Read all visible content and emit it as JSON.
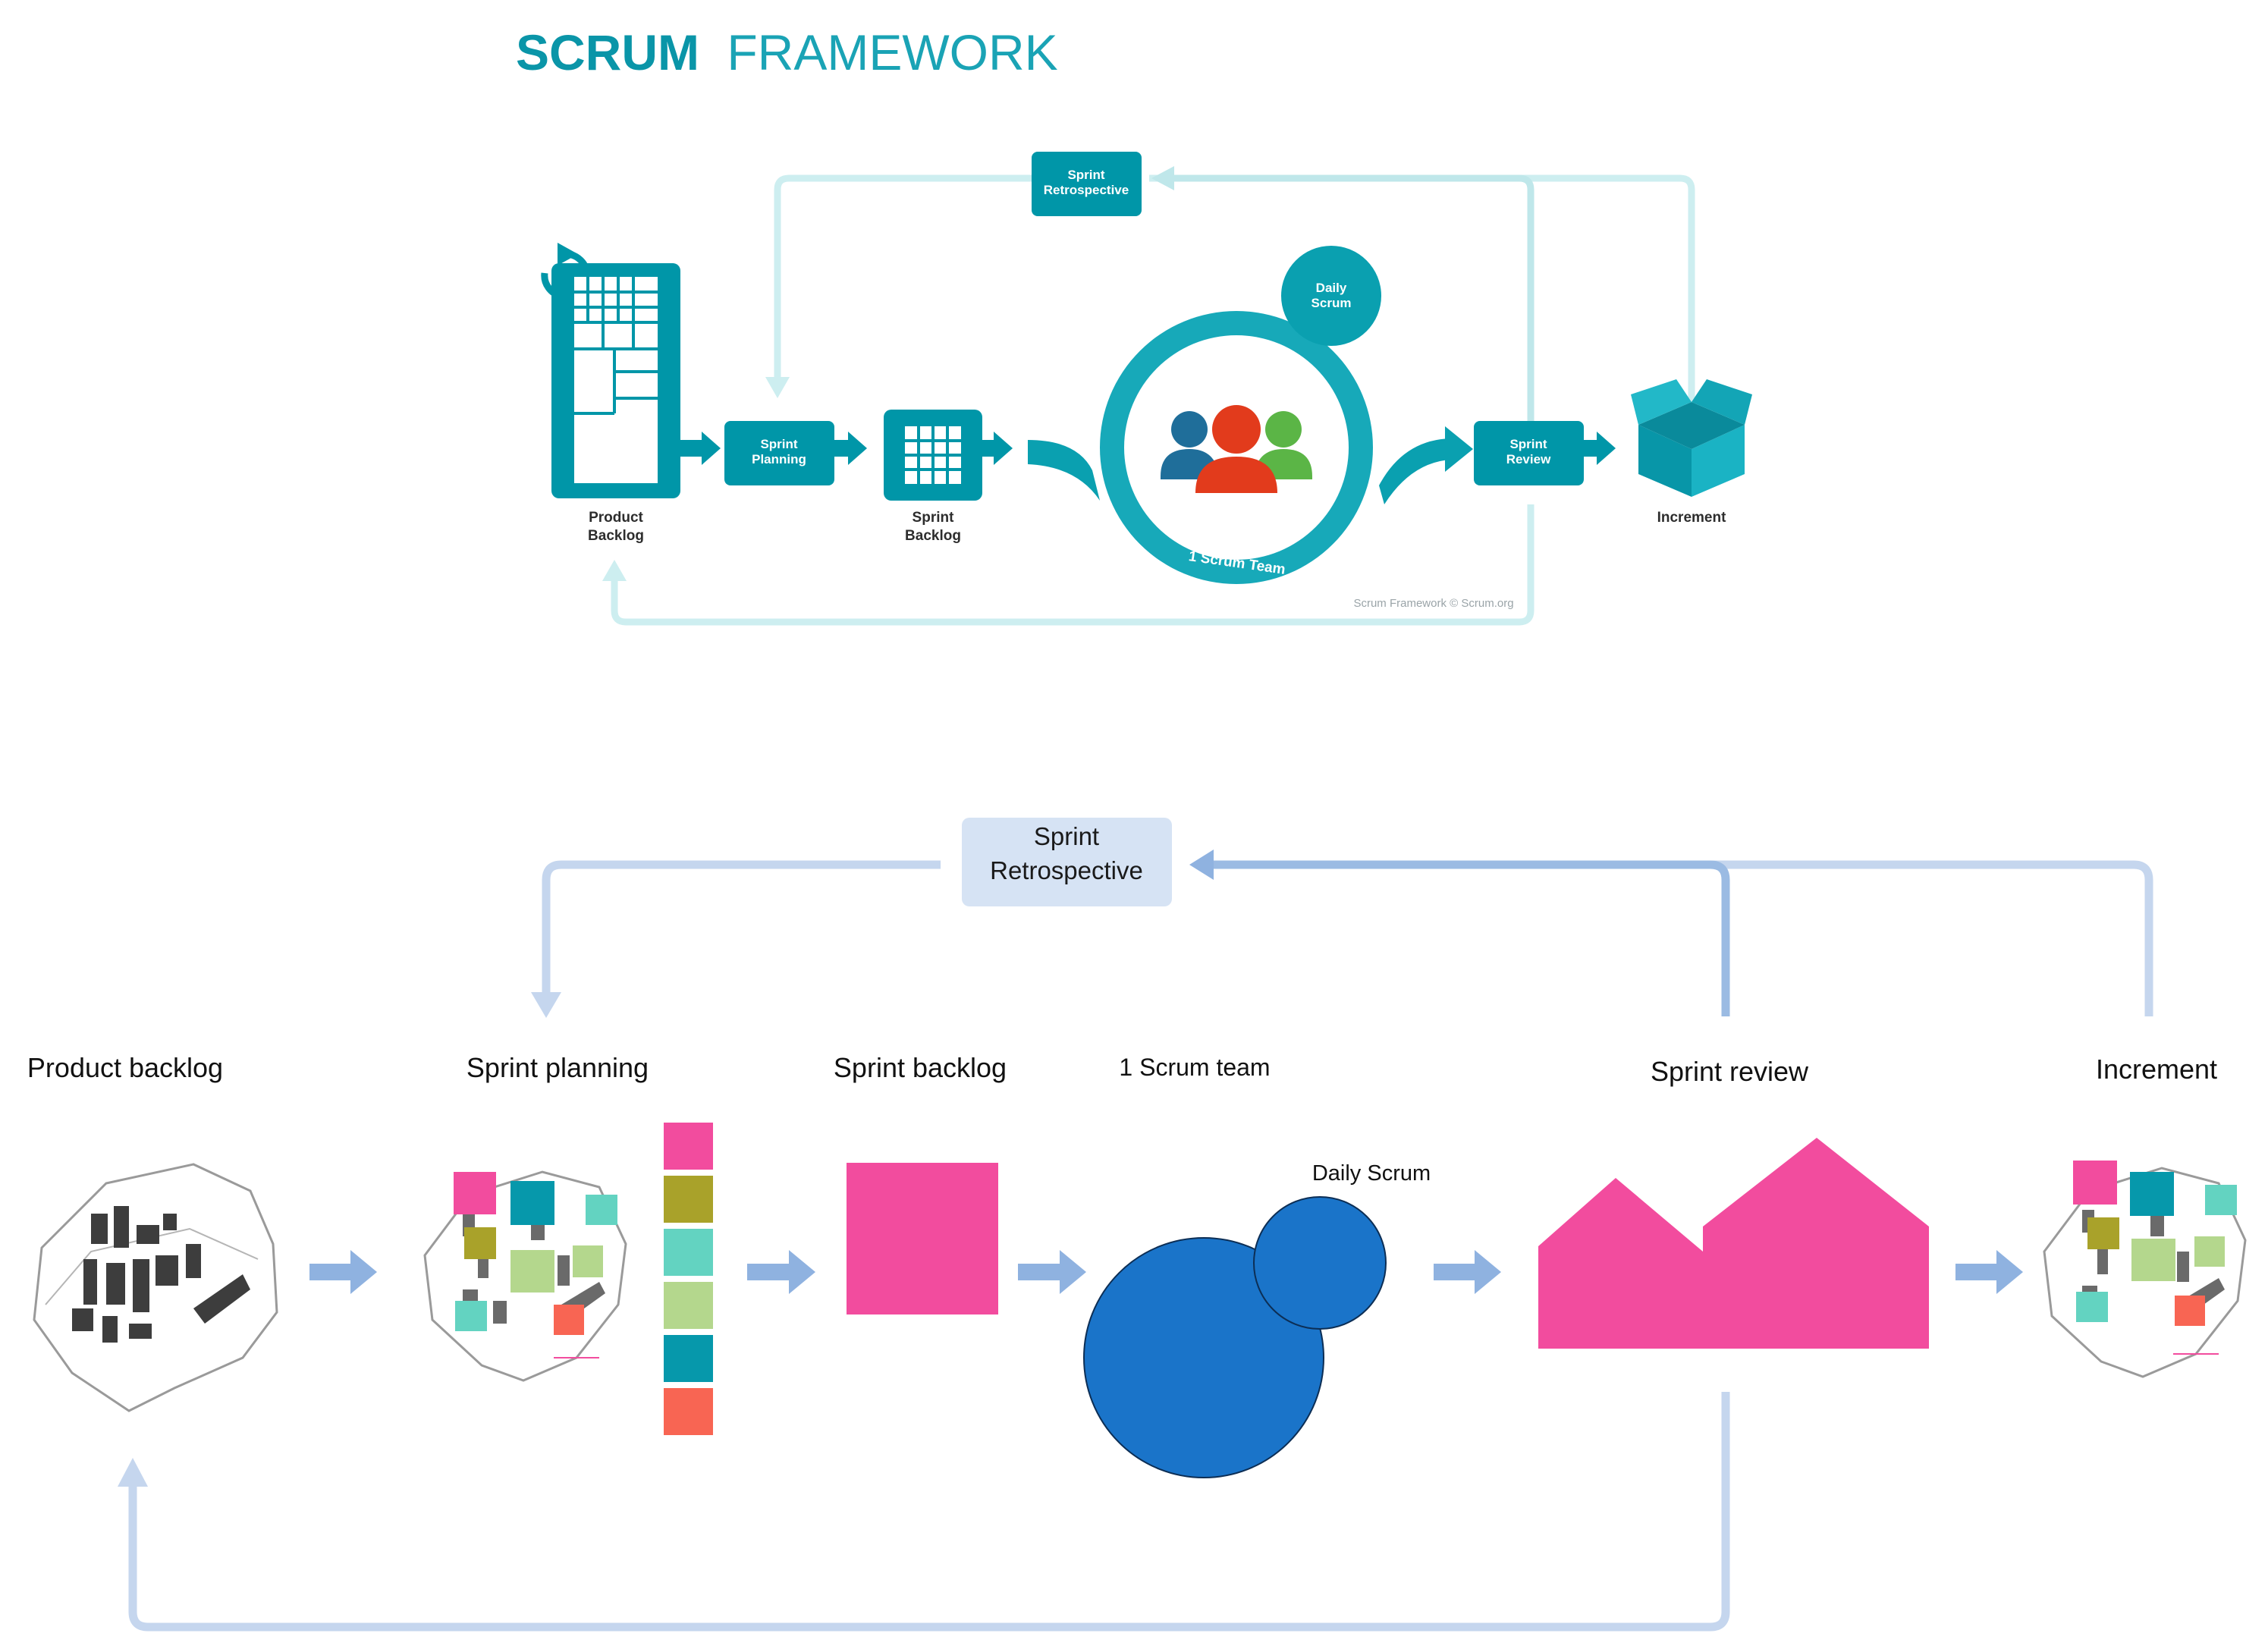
{
  "top": {
    "title_bold": "SCRUM",
    "title_light": "FRAMEWORK",
    "retrospective": [
      "Sprint",
      "Retrospective"
    ],
    "daily": [
      "Daily",
      "Scrum"
    ],
    "planning": [
      "Sprint",
      "Planning"
    ],
    "review": [
      "Sprint",
      "Review"
    ],
    "product_backlog": [
      "Product",
      "Backlog"
    ],
    "sprint_backlog": [
      "Sprint",
      "Backlog"
    ],
    "increment": "Increment",
    "team": "1 Scrum Team",
    "credit": "Scrum Framework © Scrum.org"
  },
  "bottom": {
    "retrospective": [
      "Sprint",
      "Retrospective"
    ],
    "product_backlog": "Product backlog",
    "sprint_planning": "Sprint planning",
    "sprint_backlog": "Sprint backlog",
    "scrum_team": "1 Scrum team",
    "sprint_review": "Sprint review",
    "increment": "Increment",
    "daily_scrum": "Daily Scrum"
  },
  "colors": {
    "teal": "#0096a8",
    "teal_light": "#cdeef0",
    "blue_light": "#c5d6ee",
    "blue_mid": "#8fb2e0",
    "magenta": "#f24c9e",
    "circle_blue": "#1a74c9",
    "olive": "#a9a22a",
    "aqua": "#63d3c1",
    "sage": "#b4d78d",
    "teal_sq": "#0698ab",
    "coral": "#f86553"
  }
}
